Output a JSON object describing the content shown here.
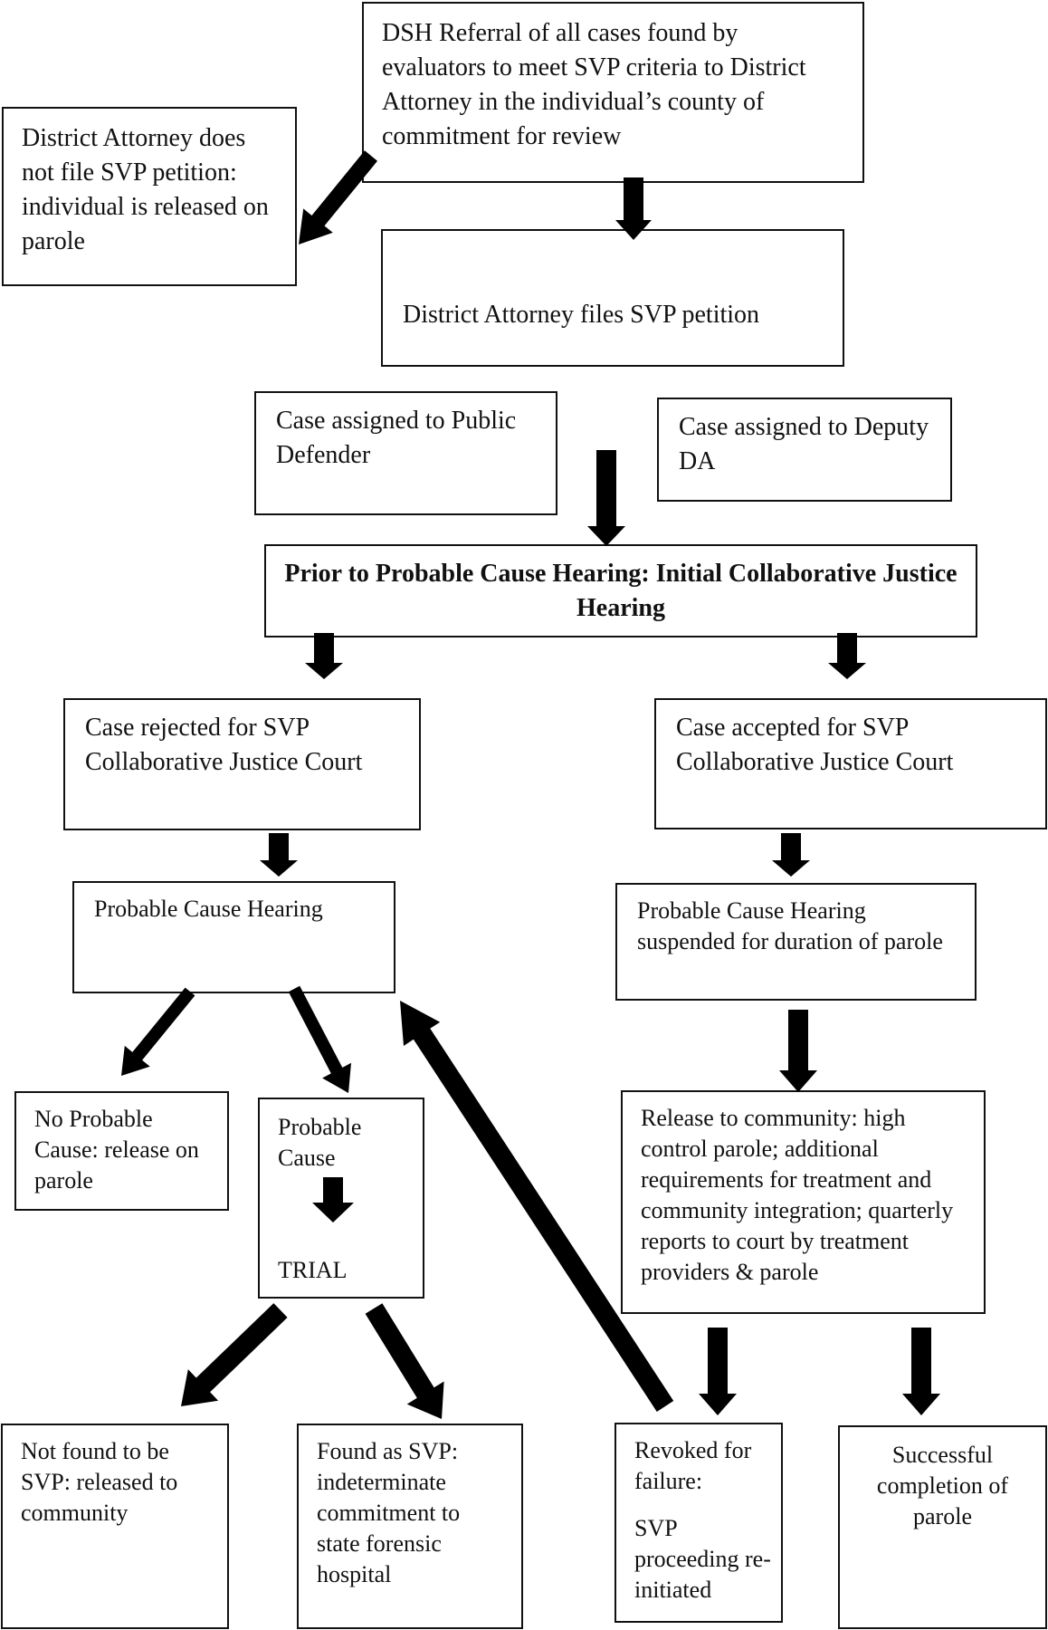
{
  "nodes": {
    "dsh_referral": "DSH Referral of all cases found by evaluators to meet SVP criteria to District Attorney in the individual’s county of commitment for review",
    "da_not_file": "District Attorney does not file SVP petition: individual is released on parole",
    "da_files": "District Attorney files SVP petition",
    "public_defender": "Case assigned to Public Defender",
    "deputy_da": "Case assigned to Deputy DA",
    "initial_hearing": "Prior to Probable Cause Hearing: Initial Collaborative Justice Hearing",
    "case_rejected": "Case rejected for SVP Collaborative Justice Court",
    "case_accepted": "Case accepted for SVP Collaborative Justice Court",
    "pc_hearing_left": "Probable Cause Hearing",
    "pc_hearing_suspended": "Probable Cause Hearing suspended for duration of parole",
    "no_probable_cause": "No Probable Cause: release on parole",
    "probable_cause": "Probable Cause",
    "trial": "TRIAL",
    "release_community": "Release to community: high control parole; additional requirements for treatment and community integration; quarterly reports to court by treatment providers & parole",
    "not_svp": "Not found to be SVP: released to community",
    "found_svp": "Found as SVP: indeterminate commitment to state forensic hospital",
    "revoked": "Revoked for failure:",
    "svp_reinitiated": "SVP proceeding re-initiated",
    "successful": "Successful completion of parole"
  }
}
